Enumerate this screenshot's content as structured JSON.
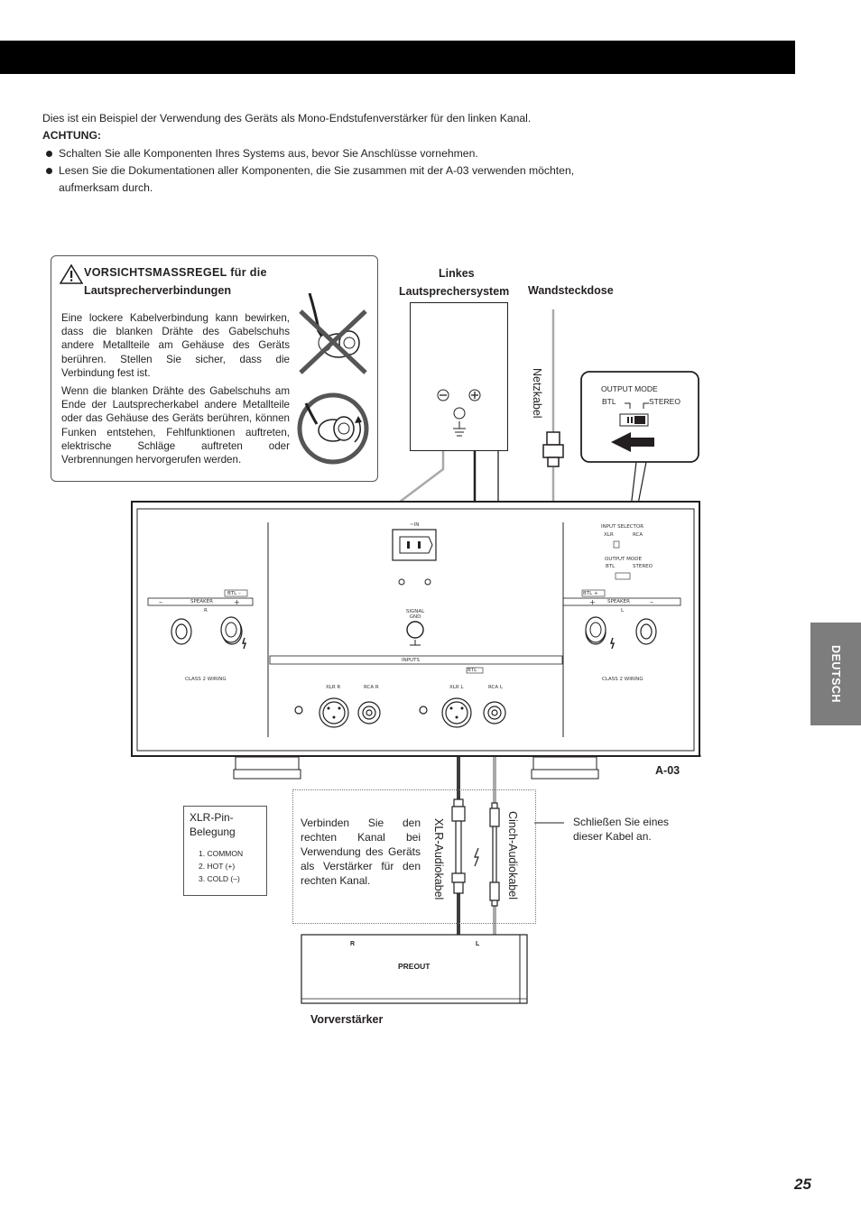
{
  "intro": {
    "text": "Dies ist ein Beispiel der Verwendung des Geräts als Mono-Endstufenverstärker für den linken Kanal.",
    "caution_heading": "ACHTUNG:",
    "bullets": [
      "Schalten Sie alle Komponenten Ihres Systems aus, bevor Sie Anschlüsse vornehmen.",
      "Lesen Sie die Dokumentationen aller Komponenten, die Sie zusammen mit der A-03 verwenden möchten,",
      "aufmerksam durch."
    ]
  },
  "caution_box": {
    "title_line1": "VORSICHTSMASSREGEL für die",
    "title_line2": "Lautsprecherverbindungen",
    "paragraph1": "Eine lockere Kabelverbindung kann bewirken, dass die blanken Drähte des Gabelschuhs andere Metallteile am Gehäuse des Geräts berühren. Stellen Sie sicher, dass die Verbindung fest ist.",
    "paragraph2": "Wenn die blanken Drähte des Gabelschuhs am Ende der Lautsprecherkabel andere Metallteile oder das Gehäuse des Geräts berühren, können Funken entstehen, Fehlfunktionen auftreten, elektrische Schläge auftreten oder Verbrennungen hervorgerufen werden."
  },
  "labels": {
    "speaker_line1": "Linkes",
    "speaker_line2": "Lautsprechersystem",
    "outlet": "Wandsteckdose",
    "power_cable": "Netzkabel",
    "model": "A-03",
    "preamp": "Vorverstärker",
    "xlr_cable": "XLR-Audiokabel",
    "rca_cable": "Cinch-Audiokabel",
    "connect_note": "Schließen Sie eines dieser Kabel an.",
    "right_channel_note": "Verbinden Sie den rechten Kanal bei Verwendung des Geräts als Verstärker für den rechten Kanal."
  },
  "output_mode_callout": {
    "title": "OUTPUT MODE",
    "btl": "BTL",
    "stereo": "STEREO"
  },
  "xlr_pin": {
    "title_line1": "XLR-Pin-",
    "title_line2": "Belegung",
    "pins": [
      "1. COMMON",
      "2. HOT (+)",
      "3. COLD (–)"
    ]
  },
  "panel": {
    "ac_in": "~IN",
    "input_selector": "INPUT SELECTOR",
    "xlr": "XLR",
    "rca": "RCA",
    "output_mode": "OUTPUT MODE",
    "btl": "BTL",
    "stereo": "STEREO",
    "speaker": "SPEAKER",
    "r": "R",
    "l": "L",
    "minus": "–",
    "plus": "+",
    "btl_minus": "BTL –",
    "btl_plus": "BTL +",
    "signal_gnd": "SIGNAL GND",
    "inputs": "INPUTS",
    "class2": "CLASS 2 WIRING",
    "xlr_r": "XLR R",
    "rca_r": "RCA R",
    "xlr_l": "XLR L",
    "rca_l": "RCA L"
  },
  "preamp": {
    "r": "R",
    "l": "L",
    "preout": "PREOUT"
  },
  "side_tab": "DEUTSCH",
  "page_number": "25"
}
